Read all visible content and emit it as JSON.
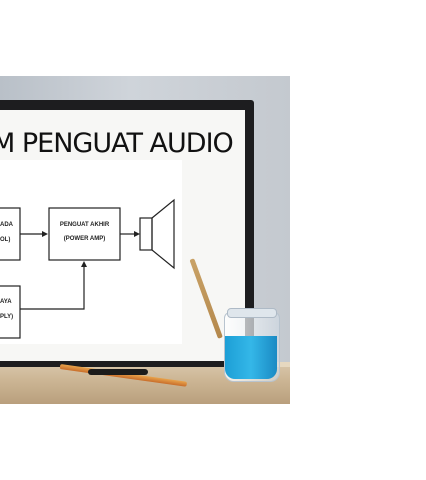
{
  "title": "M PENGUAT AUDIO",
  "blocks": [
    {
      "line1": "ADA",
      "line2": "OL)"
    },
    {
      "line1": "PENGUAT AKHIR",
      "line2": "(POWER AMP)"
    },
    {
      "line1": "AYA",
      "line2": "PLY)"
    }
  ],
  "icons": {
    "speaker": "speaker-icon",
    "pencil": "pencil-icon",
    "pen": "pen-icon",
    "jar": "water-jar-icon",
    "brush": "paintbrush-icon"
  },
  "colors": {
    "frame": "#1d1d1f",
    "board": "#f7f7f5",
    "water": "#1d9fd6",
    "wall": "#c4c9cf",
    "shelf": "#cdb796"
  }
}
